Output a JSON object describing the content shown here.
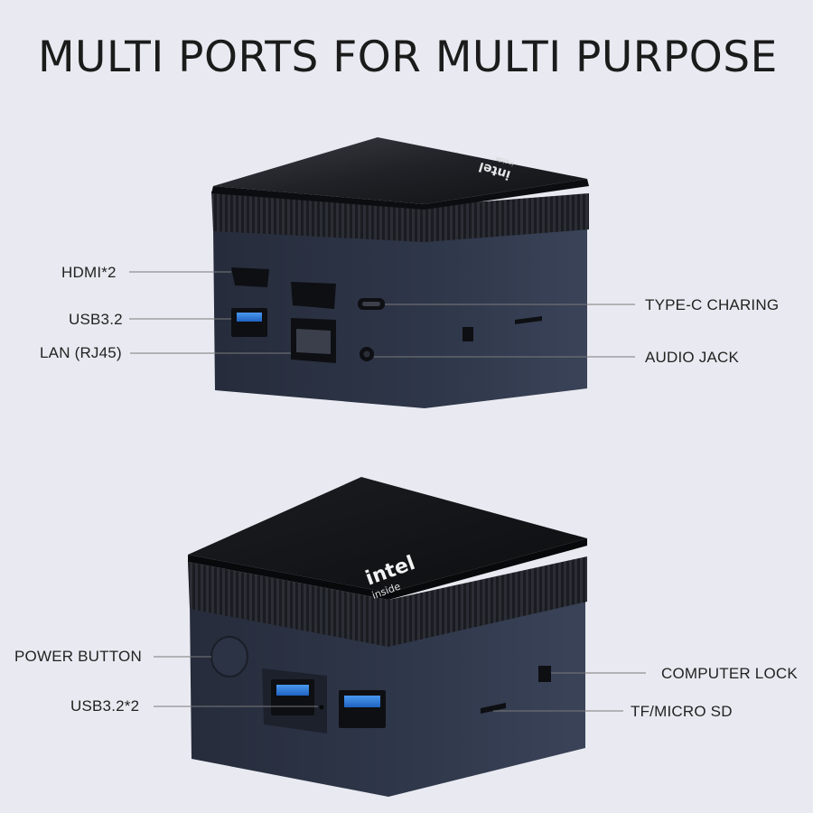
{
  "title": "MULTI PORTS FOR MULTI PURPOSE",
  "top_device": {
    "logo_text": "intel inside",
    "labels": {
      "hdmi": "HDMI*2",
      "usb": "USB3.2",
      "lan": "LAN (RJ45)",
      "typec": "TYPE-C CHARING",
      "audio": "AUDIO JACK"
    }
  },
  "bottom_device": {
    "logo_text": "intel inside",
    "labels": {
      "power": "POWER BUTTON",
      "usb": "USB3.2*2",
      "lock": "COMPUTER LOCK",
      "tf": "TF/MICRO SD"
    }
  },
  "colors": {
    "background": "#e9eaf1",
    "device_body": "#2a3142",
    "device_top": "#17181b",
    "usb_blue": "#2f7fe0"
  }
}
